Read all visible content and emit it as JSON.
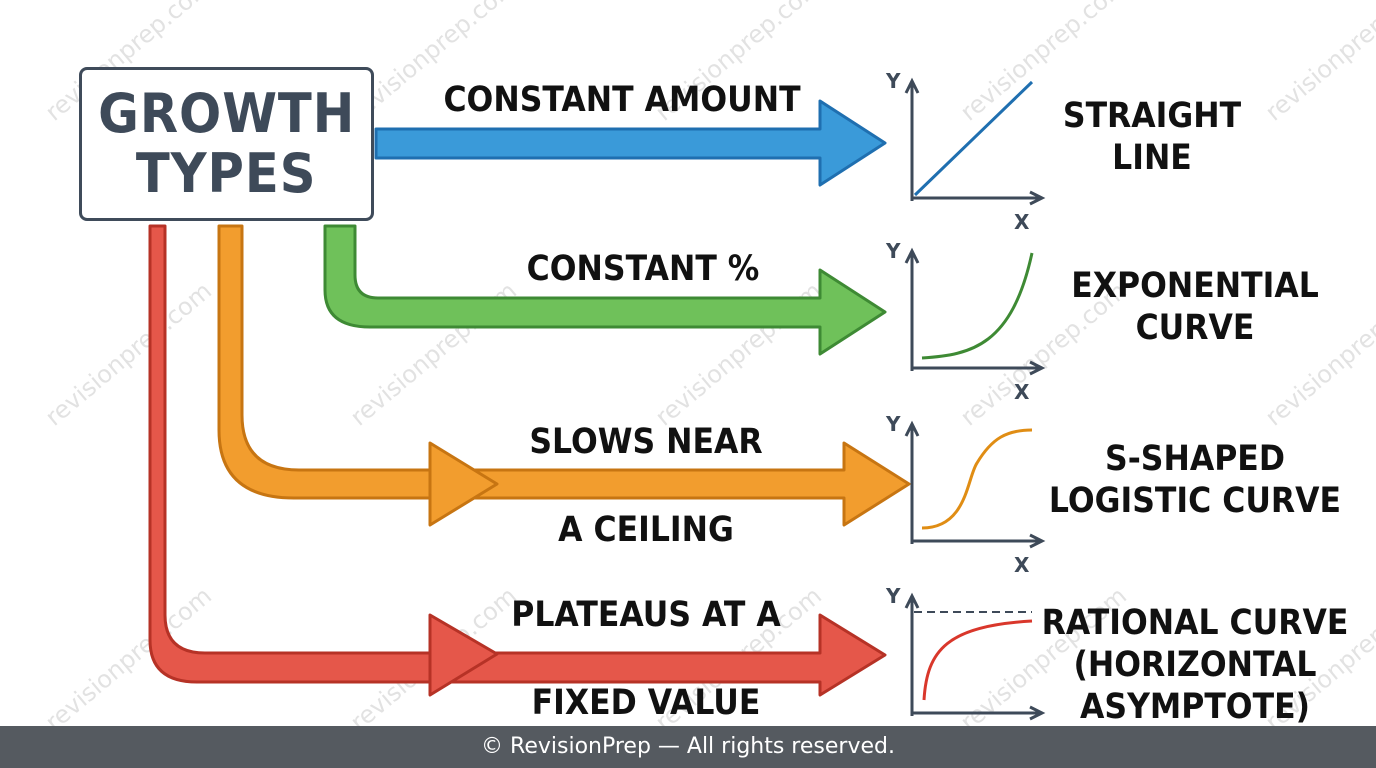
{
  "title": {
    "line1": "GROWTH",
    "line2": "TYPES"
  },
  "watermark": "revisionprep.com",
  "footer": "© RevisionPrep — All rights reserved.",
  "axes": {
    "x": "X",
    "y": "Y"
  },
  "branches": [
    {
      "color": "#3a9ad9",
      "stroke": "#1f6fb0",
      "label": [
        "CONSTANT AMOUNT"
      ],
      "result": [
        "STRAIGHT",
        "LINE"
      ],
      "curve": "straight-line-icon"
    },
    {
      "color": "#6fc15a",
      "stroke": "#3e8a34",
      "label": [
        "CONSTANT %"
      ],
      "result": [
        "EXPONENTIAL",
        "CURVE"
      ],
      "curve": "exponential-curve-icon"
    },
    {
      "color": "#f29d2e",
      "stroke": "#c77512",
      "label": [
        "SLOWS NEAR",
        "A CEILING"
      ],
      "result": [
        "S-SHAPED",
        "LOGISTIC CURVE"
      ],
      "curve": "logistic-curve-icon"
    },
    {
      "color": "#e5574a",
      "stroke": "#b63226",
      "label": [
        "PLATEAUS AT A",
        "FIXED VALUE"
      ],
      "result": [
        "RATIONAL CURVE",
        "(HORIZONTAL",
        "ASYMPTOTE)"
      ],
      "curve": "rational-curve-icon"
    }
  ]
}
